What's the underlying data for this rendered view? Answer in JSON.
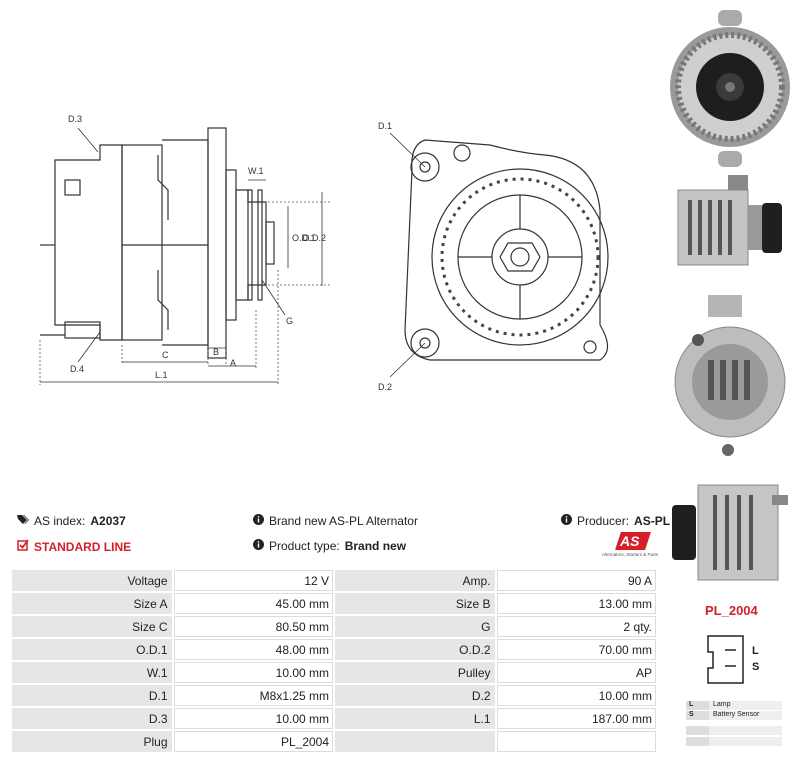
{
  "drawing_labels": {
    "d3": "D.3",
    "d4": "D.4",
    "w1": "W.1",
    "od1": "O.D.1",
    "od2": "O.D.2",
    "g": "G",
    "c": "C",
    "b": "B",
    "a": "A",
    "l1": "L.1",
    "d1": "D.1",
    "d2": "D.2"
  },
  "info": {
    "as_index_label": "AS index:",
    "as_index_value": "A2037",
    "line_label": "STANDARD LINE",
    "description": "Brand new AS-PL Alternator",
    "product_type_label": "Product type:",
    "product_type_value": "Brand new",
    "producer_label": "Producer:",
    "producer_value": "AS-PL",
    "logo_text": "AS",
    "logo_tagline": "Alternators, Starters & Parts"
  },
  "specs": [
    {
      "l1": "Voltage",
      "v1": "12 V",
      "l2": "Amp.",
      "v2": "90 A"
    },
    {
      "l1": "Size A",
      "v1": "45.00 mm",
      "l2": "Size B",
      "v2": "13.00 mm"
    },
    {
      "l1": "Size C",
      "v1": "80.50 mm",
      "l2": "G",
      "v2": "2 qty."
    },
    {
      "l1": "O.D.1",
      "v1": "48.00 mm",
      "l2": "O.D.2",
      "v2": "70.00 mm"
    },
    {
      "l1": "W.1",
      "v1": "10.00 mm",
      "l2": "Pulley",
      "v2": "AP"
    },
    {
      "l1": "D.1",
      "v1": "M8x1.25 mm",
      "l2": "D.2",
      "v2": "10.00 mm"
    },
    {
      "l1": "D.3",
      "v1": "10.00 mm",
      "l2": "L.1",
      "v2": "187.00 mm"
    },
    {
      "l1": "Plug",
      "v1": "PL_2004",
      "l2": "",
      "v2": ""
    }
  ],
  "plug": {
    "title": "PL_2004",
    "pin_l": "L",
    "pin_s": "S",
    "legend": [
      {
        "key": "L",
        "value": "Lamp"
      },
      {
        "key": "S",
        "value": "Battery Sensor"
      },
      {
        "key": "",
        "value": ""
      },
      {
        "key": "",
        "value": ""
      }
    ]
  },
  "colors": {
    "accent_red": "#d4202a",
    "label_bg": "#e6e6e6"
  }
}
